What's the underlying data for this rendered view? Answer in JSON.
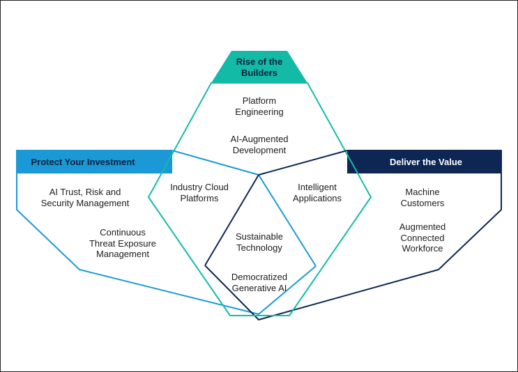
{
  "colors": {
    "teal": "#13bba7",
    "blue": "#1a99d6",
    "navy": "#0d2654",
    "text": "#1c1c1c"
  },
  "groups": {
    "builders": {
      "title": "Rise of the\nBuilders",
      "items": [
        "Platform\nEngineering",
        "AI-Augmented\nDevelopment"
      ]
    },
    "protect": {
      "title": "Protect Your Investment",
      "items": [
        "AI Trust, Risk and\nSecurity Management",
        "Continuous\nThreat Exposure\nManagement"
      ]
    },
    "deliver": {
      "title": "Deliver the Value",
      "items": [
        "Machine\nCustomers",
        "Augmented\nConnected\nWorkforce"
      ]
    }
  },
  "overlaps": {
    "builders_protect": "Industry Cloud\nPlatforms",
    "builders_deliver": "Intelligent\nApplications",
    "center": [
      "Sustainable\nTechnology",
      "Democratized\nGenerative AI"
    ]
  }
}
